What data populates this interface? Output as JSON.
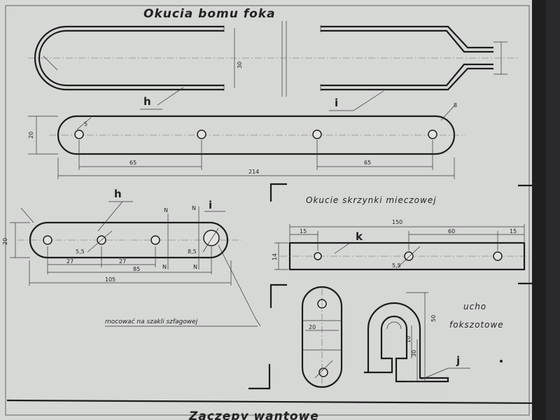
{
  "titles": {
    "main": "Okucia bomu foka",
    "box": "Okucie skrzynki mieczowej",
    "bottom": "Zaczepy wantowe"
  },
  "labels": {
    "h": "h",
    "i": "i",
    "k": "k",
    "j": "j",
    "n": "N"
  },
  "notes": {
    "mount": "mocować na szakli szfagowej",
    "ucho_1": "ucho",
    "ucho_2": "fokszotowe"
  },
  "dims": {
    "u_height": "30",
    "strip_height": "20",
    "strip_spacing_1": "65",
    "strip_spacing_2": "65",
    "strip_length": "214",
    "strip_hole": "5",
    "strip_tip": "8",
    "h_height": "20",
    "h_hole": "5,5",
    "h_big_hole": "8,5",
    "h_spacing_1": "27",
    "h_spacing_2": "27",
    "h_span": "85",
    "h_length": "105",
    "k_length": "150",
    "k_left": "15",
    "k_mid": "60",
    "k_right": "15",
    "k_height": "14",
    "k_hole": "5,5",
    "j_width": "20",
    "j_height": "50",
    "j_inner": "10",
    "j_lower": "30"
  }
}
